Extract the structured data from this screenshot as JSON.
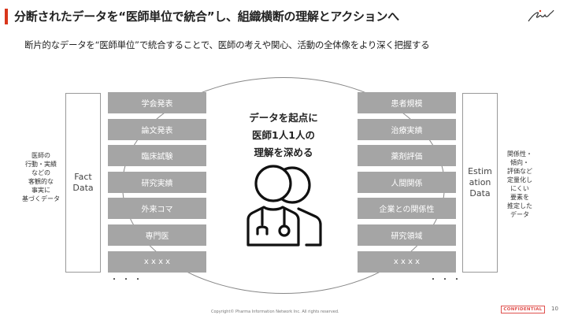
{
  "header": {
    "title": "分断されたデータを“医師単位で統合”し、組織横断の理解とアクションへ",
    "accent_color": "#d9361b",
    "logo_icon": "signature-logo-icon"
  },
  "subtitle": "断片的なデータを“医師単位”で統合することで、医師の考えや関心、活動の全体像をより深く把握する",
  "left": {
    "note": "医師の\n行動・実績\nなどの\n客観的な\n事実に\n基づくデータ",
    "box_label": "Fact\nData",
    "items": [
      "学会発表",
      "論文発表",
      "臨床試験",
      "研究実績",
      "外来コマ",
      "専門医",
      "x x x x"
    ],
    "ellipsis": "・・・"
  },
  "center": {
    "text": "データを起点に\n医師1人1人の\n理解を深める",
    "icon": "doctors-icon"
  },
  "right": {
    "note": "関係性・\n傾向・\n評価など\n定量化し\nにくい\n要素を\n推定した\nデータ",
    "box_label": "Estim\nation\nData",
    "items": [
      "患者規模",
      "治療実績",
      "薬剤評価",
      "人間関係",
      "企業との関係性",
      "研究領域",
      "x x x x"
    ],
    "ellipsis": "・・・"
  },
  "footer": {
    "copyright": "Copyright© Pharma Information Network Inc. All rights reserved.",
    "confidential": "CONFIDENTIAL",
    "page_number": "10"
  }
}
